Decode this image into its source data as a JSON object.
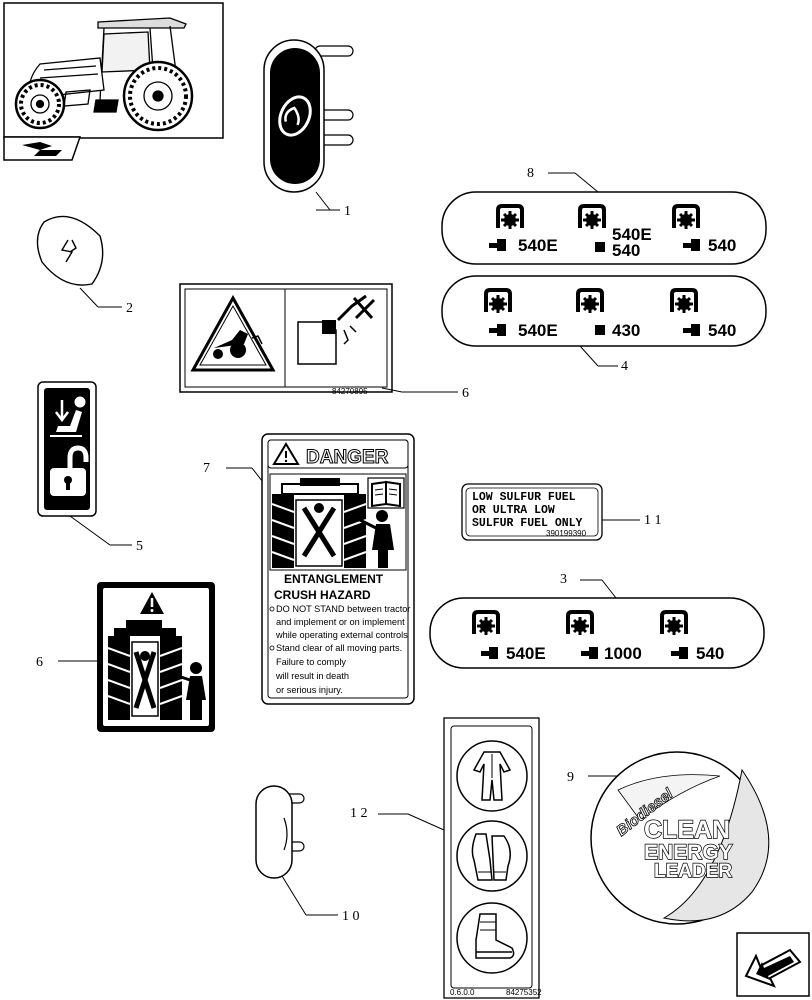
{
  "callouts": {
    "c1": "1",
    "c2": "2",
    "c3": "3",
    "c4": "4",
    "c5": "5",
    "c6a": "6",
    "c6b": "6",
    "c7": "7",
    "c8": "8",
    "c9": "9",
    "c10": "1 0",
    "c11": "1 1",
    "c12": "1 2"
  },
  "decal_6": {
    "part_number": "84270895"
  },
  "pto_decal_8": {
    "label_1": "540E",
    "label_2_top": "540E",
    "label_2_bottom": "540",
    "label_3": "540"
  },
  "pto_decal_4": {
    "label_1": "540E",
    "label_2": "430",
    "label_3": "540"
  },
  "pto_decal_3": {
    "label_1": "540E",
    "label_2": "1000",
    "label_3": "540"
  },
  "danger_decal": {
    "header": "DANGER",
    "title_1": "ENTANGLEMENT",
    "title_2": "CRUSH HAZARD",
    "line_1": "DO NOT STAND between tractor",
    "line_2": "and implement or on implement",
    "line_3": "while operating external controls",
    "line_4": "Stand clear of all moving parts.",
    "line_5": "Failure to comply",
    "line_6": "will result in death",
    "line_7": "or serious injury."
  },
  "fuel_decal": {
    "line_1": "LOW SULFUR FUEL",
    "line_2": "OR ULTRA LOW",
    "line_3": "SULFUR FUEL ONLY",
    "part_number": "390199390"
  },
  "biodiesel_decal": {
    "brand": "Biodiesel",
    "line_1": "CLEAN",
    "line_2": "ENERGY",
    "line_3": "LEADER"
  },
  "ppe_decal": {
    "code": "0.6.0.0",
    "part_number": "84275352"
  }
}
